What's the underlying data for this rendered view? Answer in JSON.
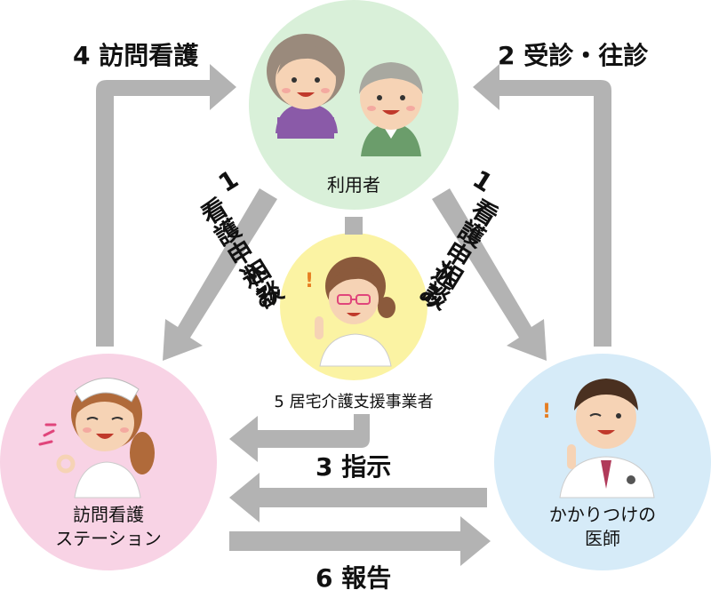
{
  "nodes": {
    "user": {
      "label": "利用者"
    },
    "station": {
      "line1": "訪問看護",
      "line2": "ステーション"
    },
    "doctor": {
      "line1": "かかりつけの",
      "line2": "医師"
    },
    "care_manager": {
      "label": "5 居宅介護支援事業者"
    }
  },
  "edges": {
    "visit_nursing": "4 訪問看護",
    "consult_visit": "2 受診・往診",
    "apply_left_num": "1",
    "apply_left_text": "看護申込み",
    "consult_left": "相談",
    "apply_right_num": "1",
    "apply_right_text": "看護申込み",
    "consult_right": "相談",
    "instruction": "3 指示",
    "report": "6 報告"
  },
  "colors": {
    "arrow": "#b3b3b3",
    "user_circle": "#d9f0d9",
    "station_circle": "#f8d3e5",
    "doctor_circle": "#d6ebf8",
    "care_circle": "#fbf3a3"
  },
  "icons": [
    "elderly-couple-icon",
    "nurse-icon",
    "doctor-icon",
    "care-manager-icon"
  ]
}
